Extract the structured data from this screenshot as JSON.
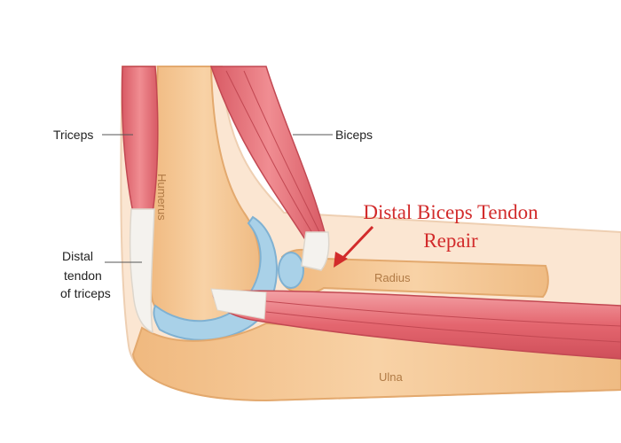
{
  "labels": {
    "triceps": "Triceps",
    "biceps": "Biceps",
    "humerus": "Humerus",
    "radius": "Radius",
    "ulna": "Ulna",
    "distal_tendon_line1": "Distal",
    "distal_tendon_line2": "tendon",
    "distal_tendon_line3": "of triceps"
  },
  "annotation": {
    "line1": "Distal Biceps Tendon",
    "line2": "Repair"
  },
  "colors": {
    "annotation": "#d22b2b",
    "muscle": "#e46d74",
    "bone": "#f4c79a",
    "cartilage": "#9cc6e0"
  }
}
